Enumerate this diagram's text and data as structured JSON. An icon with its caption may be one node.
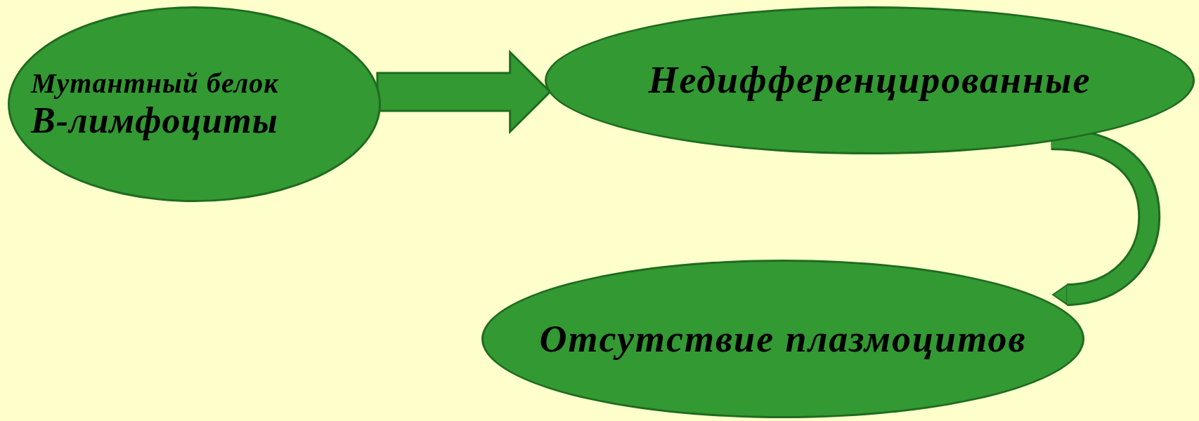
{
  "diagram": {
    "nodes": [
      {
        "text": [
          "Мутантный белок",
          "В-лимфоциты"
        ]
      },
      {
        "text": [
          "Недифференцированные"
        ]
      },
      {
        "text": [
          "Отсутствие плазмоцитов"
        ]
      }
    ],
    "edges": [
      {
        "from": 0,
        "to": 1,
        "arrow": "to",
        "style": "thick"
      },
      {
        "from": 1,
        "to": 2,
        "arrow": "to"
      }
    ]
  }
}
